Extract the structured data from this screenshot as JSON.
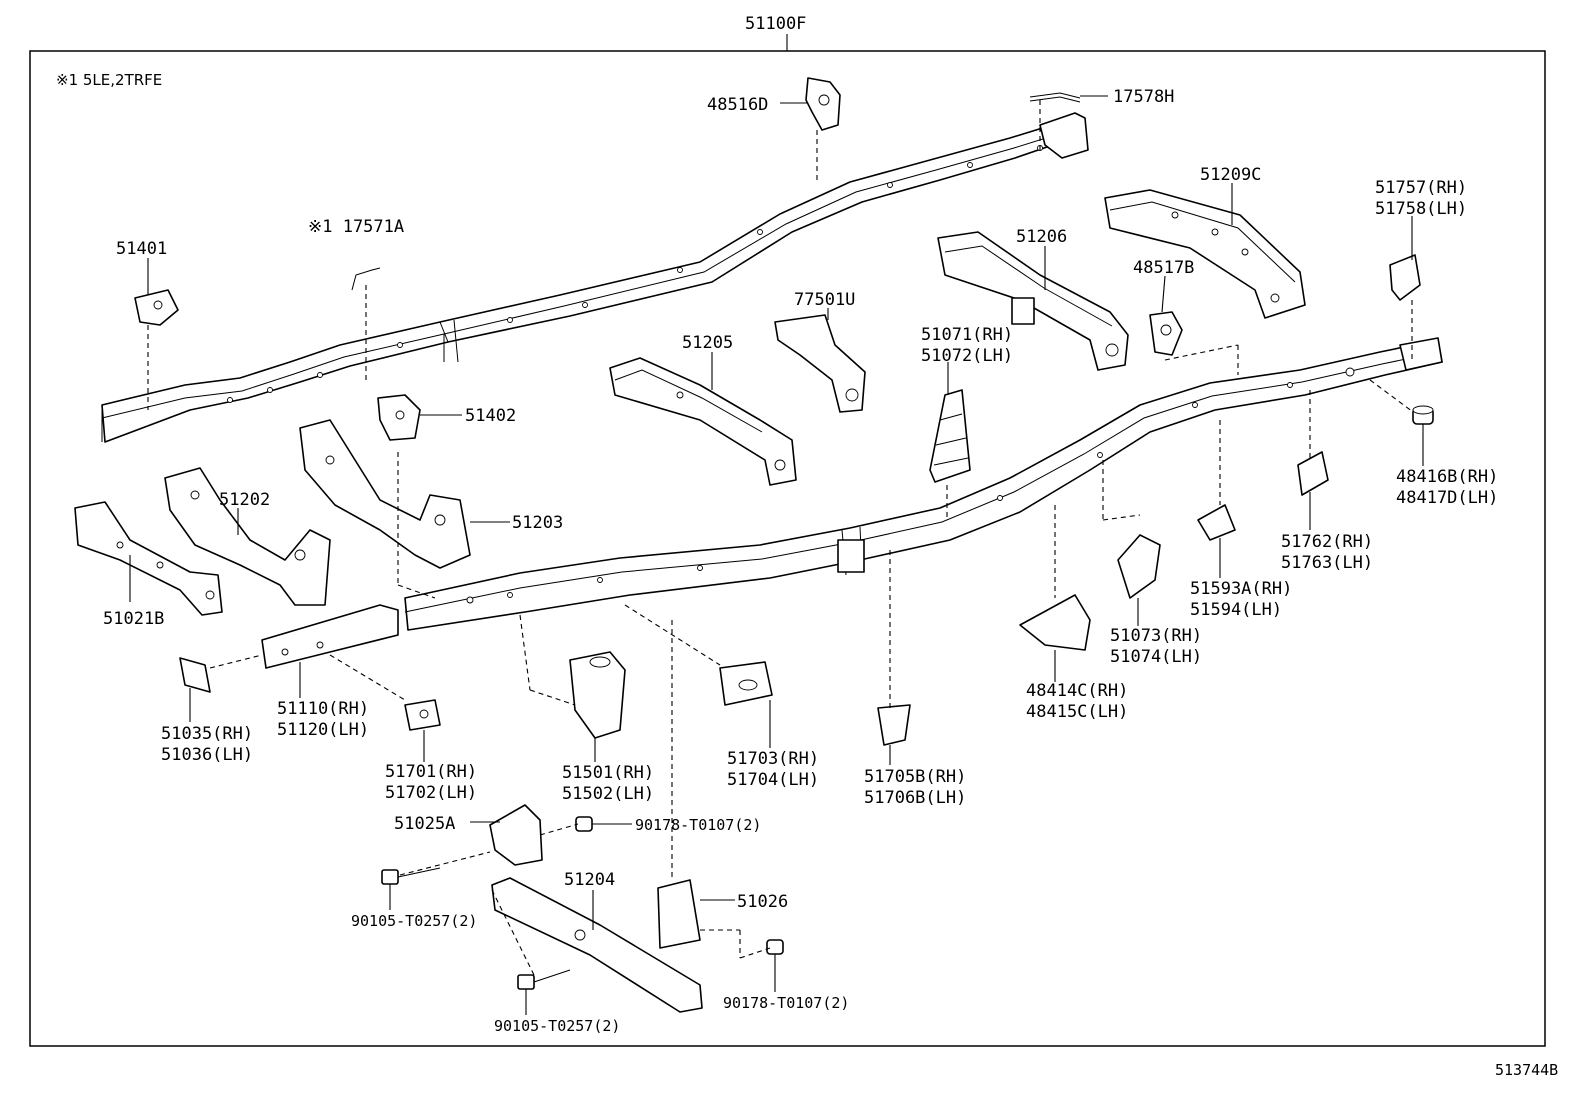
{
  "diagram": {
    "top_label": "51100F",
    "note": "※1 5LE,2TRFE",
    "figure_id": "513744B",
    "labels": {
      "p17578H": "17578H",
      "p48516D": "48516D",
      "p51209C": "51209C",
      "p51757": [
        "51757(RH)",
        "51758(LH)"
      ],
      "p17571A": "※1 17571A",
      "p51401": "51401",
      "p51206": "51206",
      "p48517B": "48517B",
      "p77501U": "77501U",
      "p51071": [
        "51071(RH)",
        "51072(LH)"
      ],
      "p51205": "51205",
      "p51402": "51402",
      "p51202": "51202",
      "p51203": "51203",
      "p48416": [
        "48416B(RH)",
        "48417D(LH)"
      ],
      "p51762": [
        "51762(RH)",
        "51763(LH)"
      ],
      "p51593": [
        "51593A(RH)",
        "51594(LH)"
      ],
      "p51021B": "51021B",
      "p51073": [
        "51073(RH)",
        "51074(LH)"
      ],
      "p48414": [
        "48414C(RH)",
        "48415C(LH)"
      ],
      "p51110": [
        "51110(RH)",
        "51120(LH)"
      ],
      "p51035": [
        "51035(RH)",
        "51036(LH)"
      ],
      "p51701": [
        "51701(RH)",
        "51702(LH)"
      ],
      "p51501": [
        "51501(RH)",
        "51502(LH)"
      ],
      "p51703": [
        "51703(RH)",
        "51704(LH)"
      ],
      "p51705": [
        "51705B(RH)",
        "51706B(LH)"
      ],
      "p51025A": "51025A",
      "p90178a": "90178-T0107(2)",
      "p51204": "51204",
      "p51026": "51026",
      "p90105a": "90105-T0257(2)",
      "p90178b": "90178-T0107(2)",
      "p90105b": "90105-T0257(2)"
    }
  }
}
